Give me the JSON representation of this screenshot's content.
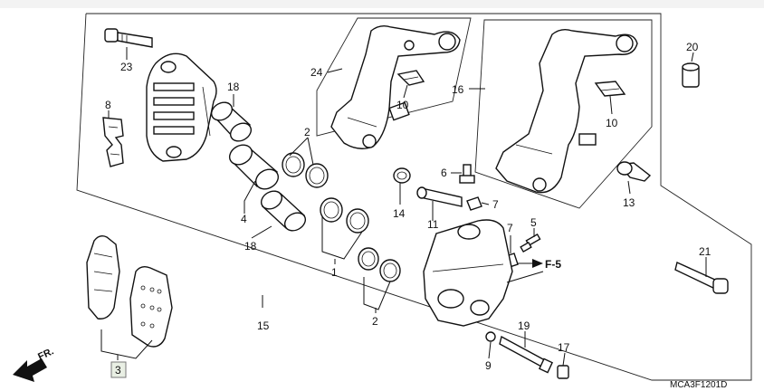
{
  "callouts": {
    "c1": "1",
    "c2a": "2",
    "c2b": "2",
    "c3": "3",
    "c4": "4",
    "c5": "5",
    "c6": "6",
    "c7a": "7",
    "c7b": "7",
    "c8": "8",
    "c9": "9",
    "c10a": "10",
    "c10b": "10",
    "c11": "11",
    "c13": "13",
    "c14": "14",
    "c15": "15",
    "c16": "16",
    "c17": "17",
    "c18a": "18",
    "c18b": "18",
    "c19": "19",
    "c20": "20",
    "c21": "21",
    "c23": "23",
    "c24": "24"
  },
  "reference_label": "F-5",
  "front_indicator": "FR.",
  "diagram_code": "MCA3F1201D"
}
